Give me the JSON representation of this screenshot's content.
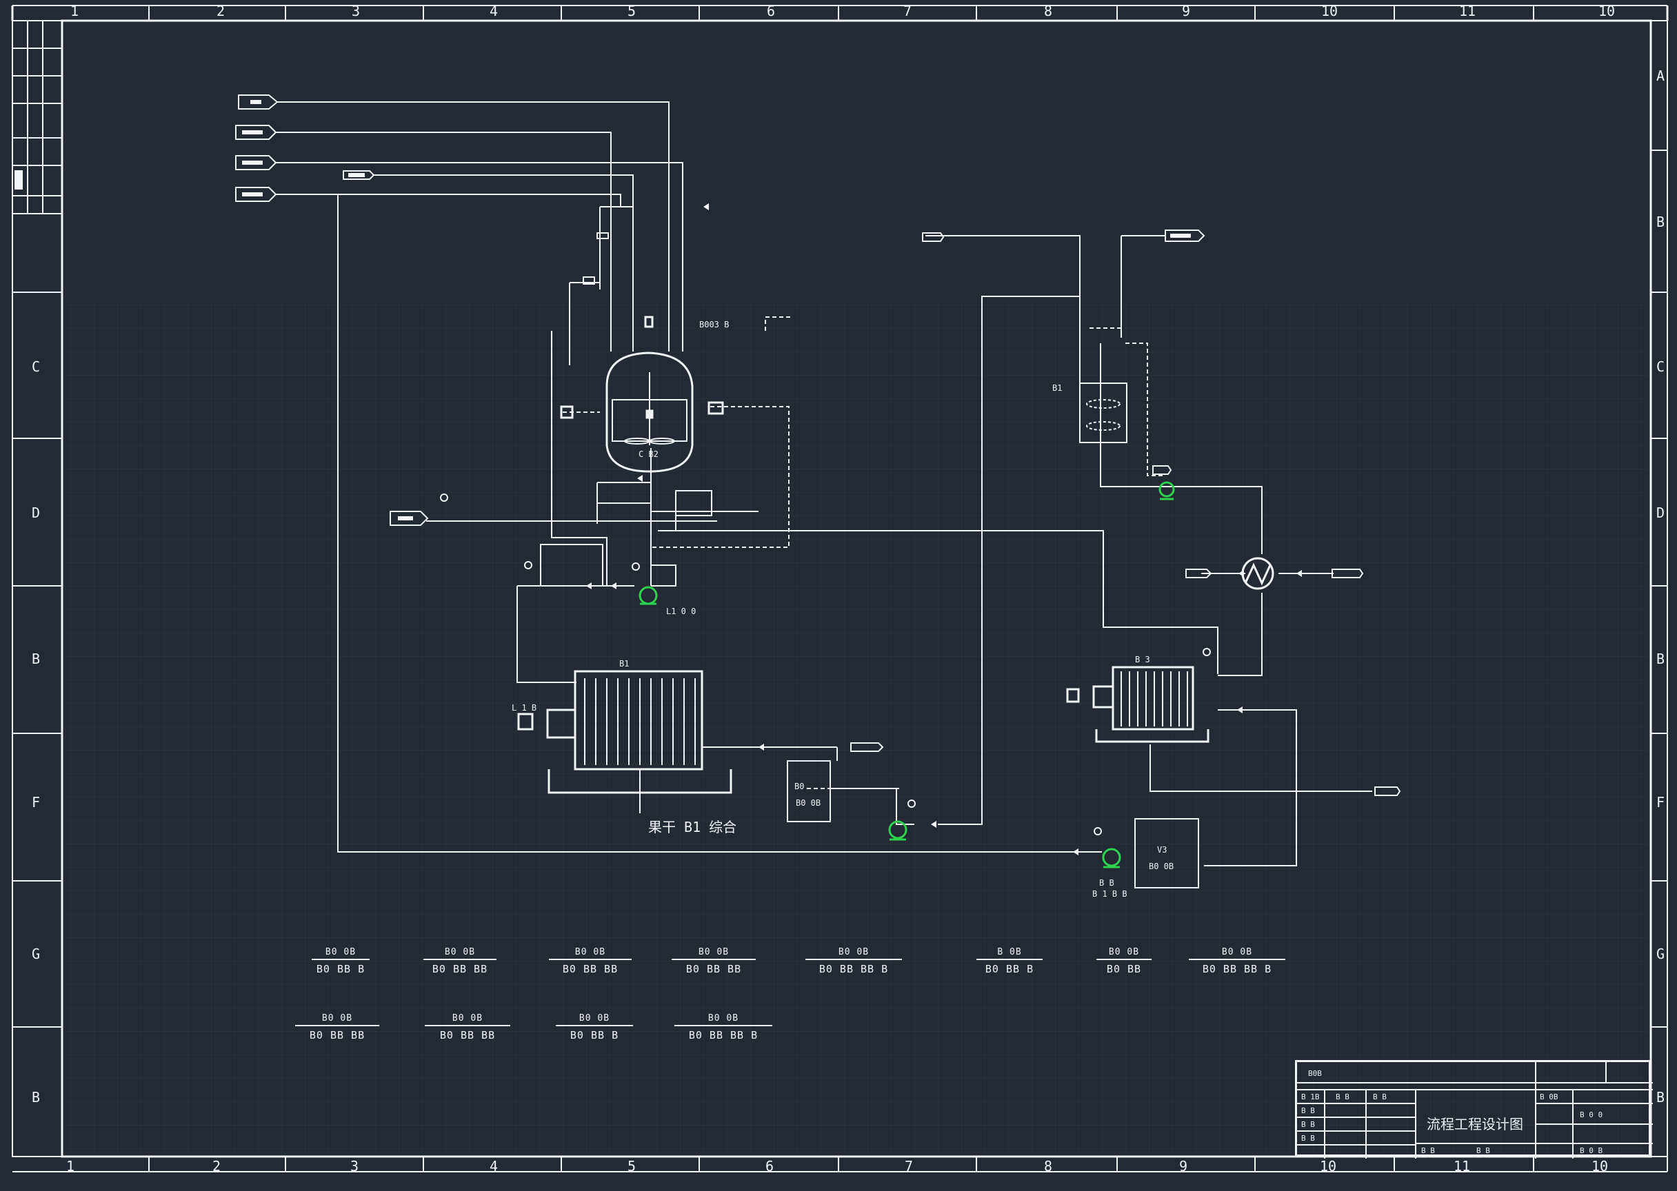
{
  "frame": {
    "columns": [
      "1",
      "2",
      "3",
      "4",
      "5",
      "6",
      "7",
      "8",
      "9",
      "10",
      "11",
      "10"
    ],
    "columns_bottom": [
      "1",
      "2",
      "3",
      "4",
      "5",
      "6",
      "7",
      "8",
      "9",
      "10",
      "11",
      "10"
    ],
    "rows_left": [
      "C",
      "D",
      "B",
      "F",
      "G",
      "B"
    ],
    "rows_right": [
      "A",
      "B",
      "C",
      "D",
      "B",
      "F",
      "G",
      "B"
    ]
  },
  "colors": {
    "background": "#232a33",
    "line": "#f2f4f6",
    "pump": "#2fd34f",
    "grid": "#2e3640"
  },
  "equipment": {
    "reactor": {
      "tag": "C B2"
    },
    "reactor_note": "B003 B",
    "filter_press_1": {
      "tag": "B1",
      "label": "果干 B1 综合"
    },
    "filter_press_1_side": "L 1 B",
    "pump_1": {
      "tag": "L1 0 0"
    },
    "tank_mid": {
      "tag": "B0",
      "sub": "B0 0B"
    },
    "small_tank_top": {
      "tag": "B1"
    },
    "filter_press_2": {
      "tag": "B 3"
    },
    "tank_v3": {
      "tag": "V3",
      "sub": "B0 0B"
    },
    "pump_3": {
      "tag": "B B",
      "sub": "B 1 B B"
    }
  },
  "bottom_caption": "果干 B1 综合",
  "notes": [
    {
      "hdr": "B0 0B",
      "text": "B0 BB B"
    },
    {
      "hdr": "B0 0B",
      "text": "B0 BB BB"
    },
    {
      "hdr": "B0 0B",
      "text": "B0 BB BB"
    },
    {
      "hdr": "B0 0B",
      "text": "B0 BB BB"
    },
    {
      "hdr": "B0 0B",
      "text": "B0 BB BB B"
    },
    {
      "hdr": "B 0B",
      "text": "B0 BB B"
    },
    {
      "hdr": "B0 0B",
      "text": "B0 BB"
    },
    {
      "hdr": "B0 0B",
      "text": "B0 BB BB B"
    },
    {
      "hdr": "B0 0B",
      "text": "B0 BB BB"
    },
    {
      "hdr": "B0 0B",
      "text": "B0 BB BB"
    },
    {
      "hdr": "B0 0B",
      "text": "B0 BB B"
    },
    {
      "hdr": "B0 0B",
      "text": "B0 BB BB B"
    }
  ],
  "title_block": {
    "title": "流程工程设计图",
    "header": "B0B",
    "fields": [
      "B 1B",
      "B B",
      "B B",
      "B B",
      "B B",
      "B B",
      "B 0B",
      "B 0 0",
      "B B",
      "B B",
      "B 0 B"
    ]
  }
}
